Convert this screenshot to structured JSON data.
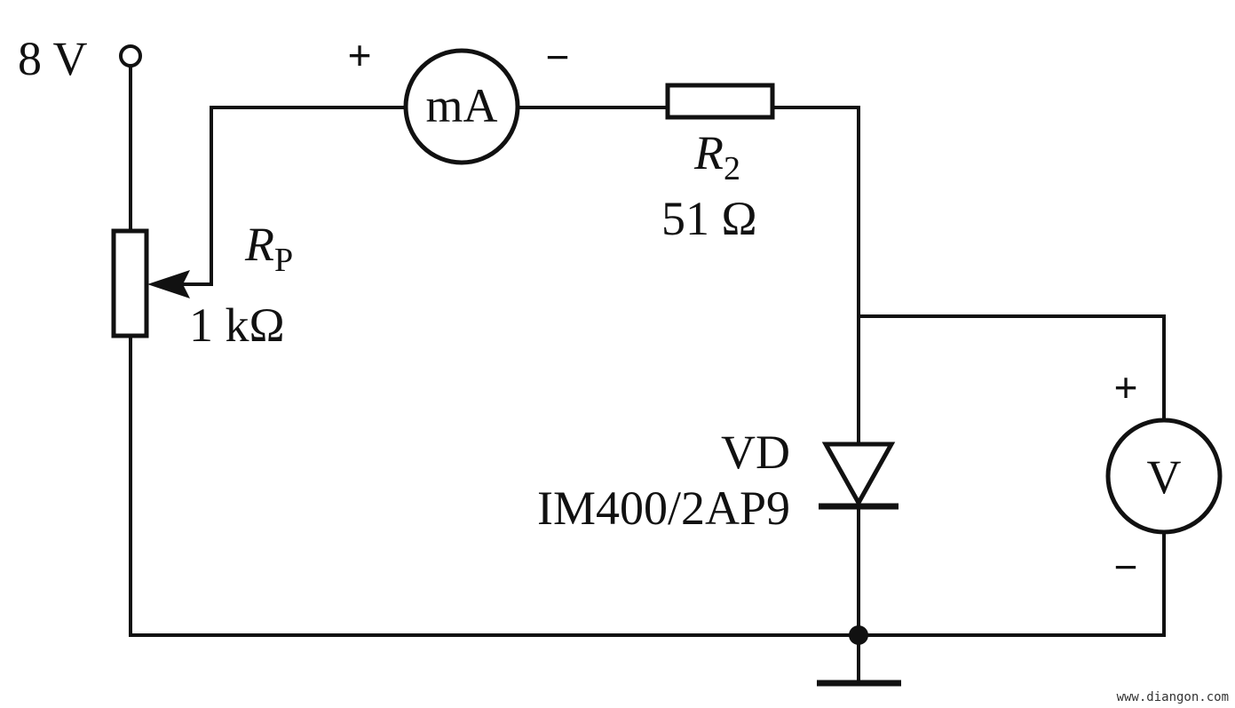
{
  "diagram": {
    "supply": {
      "label": "8 V"
    },
    "potentiometer": {
      "symbol": "R",
      "subscript": "P",
      "value": "1 kΩ"
    },
    "milliammeter": {
      "symbol": "mA",
      "plus": "+",
      "minus": "−"
    },
    "resistor": {
      "symbol": "R",
      "subscript": "2",
      "value": "51 Ω"
    },
    "diode": {
      "name": "VD",
      "part": "IM400/2AP9"
    },
    "voltmeter": {
      "symbol": "V",
      "plus": "+",
      "minus": "−"
    }
  },
  "watermark": "www.diangon.com",
  "colors": {
    "ink": "#111111",
    "background": "#ffffff"
  }
}
